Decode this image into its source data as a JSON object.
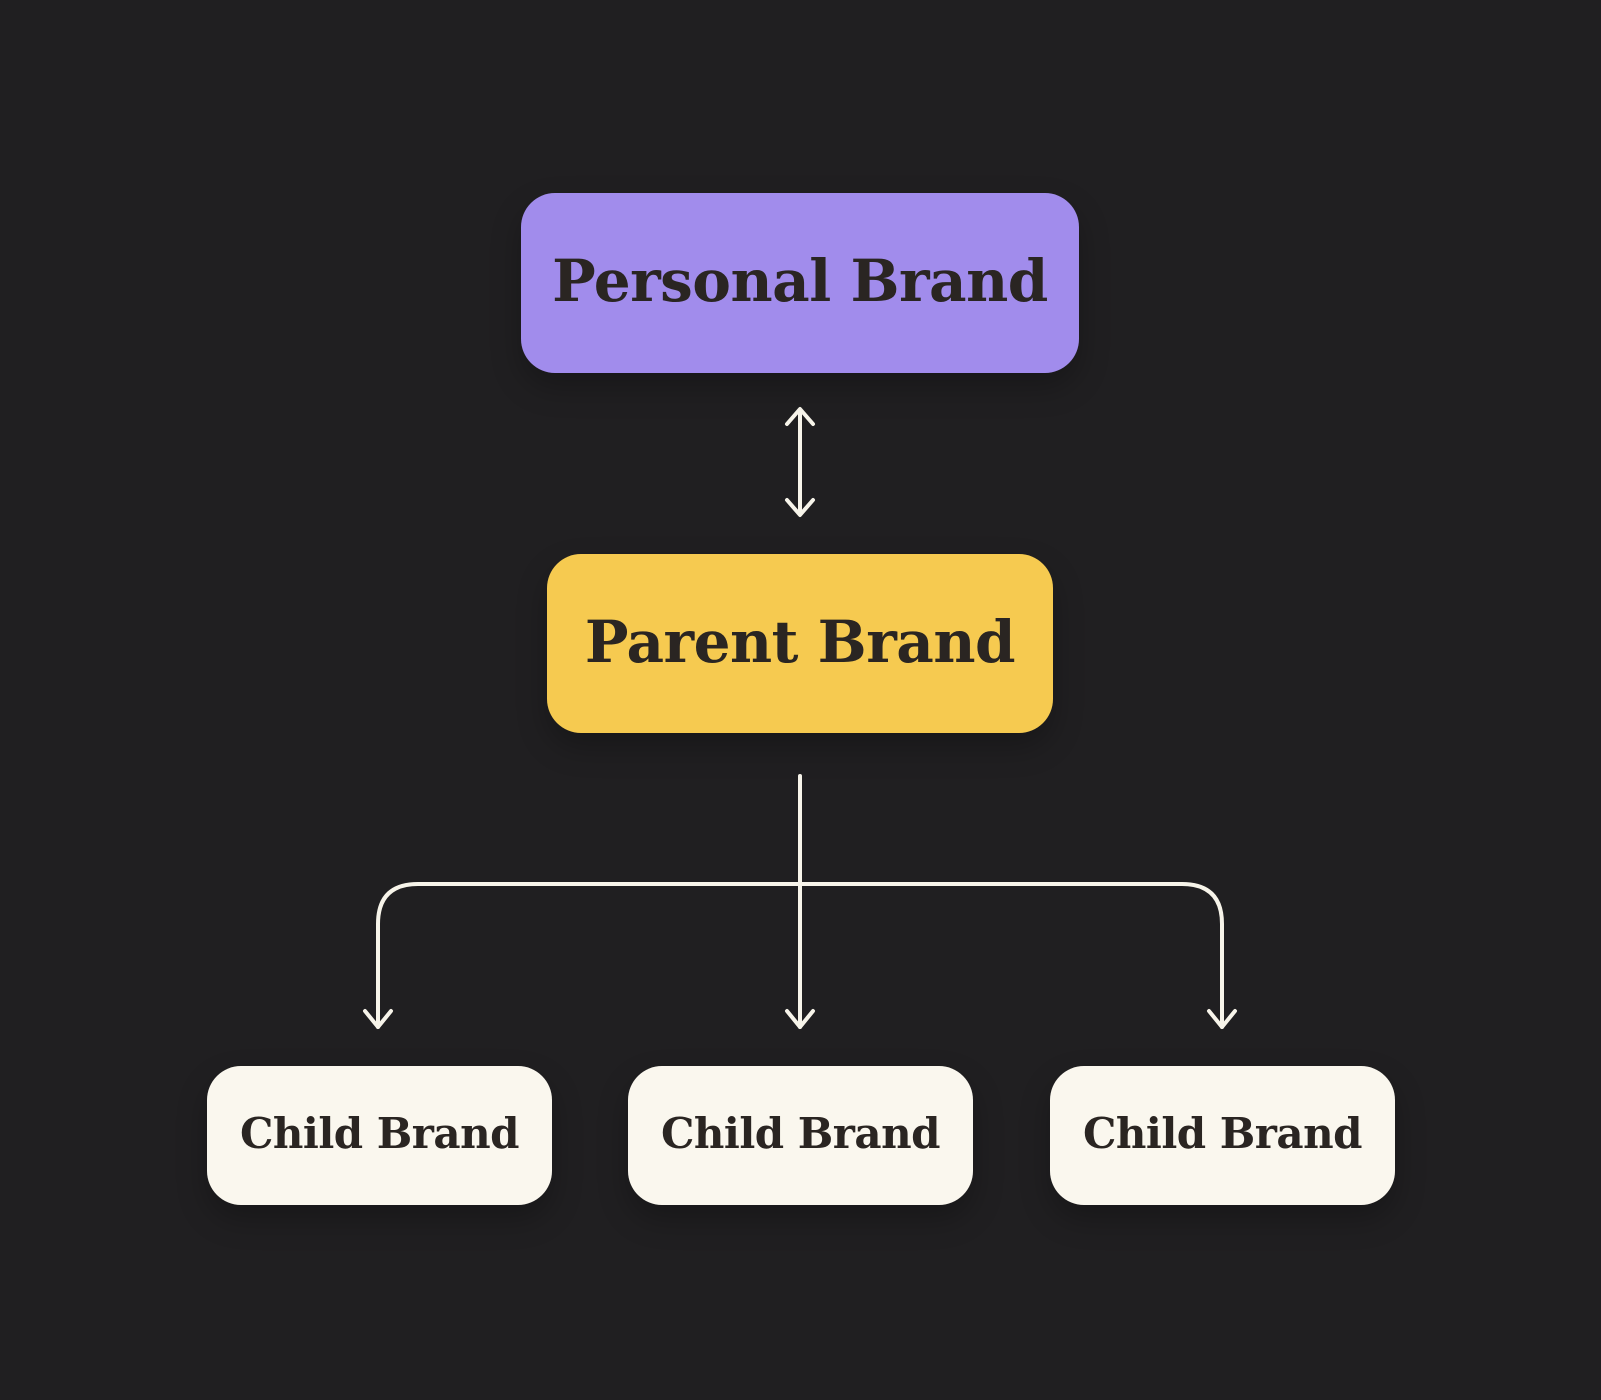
{
  "page": {
    "background_color": "#201F21",
    "connector_color": "#F7F4EA",
    "text_color": "#2A2522"
  },
  "diagram": {
    "type": "hierarchy",
    "nodes": {
      "personal": {
        "label": "Personal Brand",
        "fill": "#A18CEC"
      },
      "parent": {
        "label": "Parent Brand",
        "fill": "#F6CA50"
      },
      "children": [
        {
          "label": "Child Brand",
          "fill": "#FAF7EE"
        },
        {
          "label": "Child Brand",
          "fill": "#FAF7EE"
        },
        {
          "label": "Child Brand",
          "fill": "#FAF7EE"
        }
      ]
    },
    "relationships": [
      {
        "from": "personal",
        "to": "parent",
        "style": "bidirectional-arrow"
      },
      {
        "from": "parent",
        "to": "children",
        "style": "branching-arrows"
      }
    ]
  }
}
